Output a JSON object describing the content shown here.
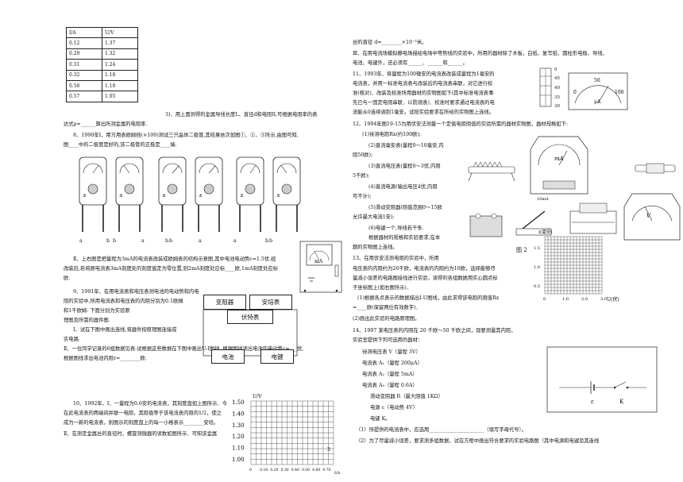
{
  "left": {
    "table": {
      "headers": [
        "I/A",
        "U/V"
      ],
      "rows": [
        [
          "0.12",
          "1.37"
        ],
        [
          "0.20",
          "1.32"
        ],
        [
          "0.31",
          "1.24"
        ],
        [
          "0.32",
          "1.18"
        ],
        [
          "0.50",
          "1.10"
        ],
        [
          "0.57",
          "1.05"
        ]
      ]
    },
    "q3_line1": "3)、用上面测得的金属导线长度L、直径d和电阻R,可根据电阻率的表",
    "q3_line2": "达式ρ=______算出所测金属的电阻率.",
    "q8_line1": "8、1990年Ⅰ，用万用表欧姆挡(×100)测试三只晶体二极管,其结果依次如图①、②、③所示,由图可知,",
    "q8_line2": "图____中的二极管是好的,该二极管的正极是____端.",
    "meter_labels": [
      "a",
      "b",
      "b",
      "a",
      "b",
      "b",
      "a",
      "a",
      "b",
      "b"
    ],
    "q8_part2_line1": "Ⅱ、上右图是把量程为3mA的电流表改装成欧姆表的结构示意图,其中电池电动势ε=1.5伏.经",
    "q8_part2_line2": "改装后,若将原电流表3mA刻度处的刻度值定为零位置,则2mA刻度处应标____欧,1mA刻度处应标",
    "q8_part2_line3": "欧.",
    "ohm_meter_label": "mA",
    "q9_line1": "9、1991年、在用电流表和电压表测电池的电动势和内电",
    "q9_line2": "阻的实验中,所用电流表和电压表的内阻分别为0.1欧姆",
    "q9_line3": "和1千欧姆. 下面分别为实验原",
    "q9_line4": "理图及所需的器件图.",
    "q9_line5": "Ⅰ、试在下图中画出连线,将器件按原理图连接成",
    "q9_line6": "实电路.",
    "q9_line7": "Ⅱ、一位同学记录的6组数据见表.试根据这些数据在下图中画出U-I图线. 根据图线读出电池的电动势ε=___伏,",
    "q9_line8": "根据图线求出电池内阻r=________欧.",
    "boxes": {
      "rheostat": "变阻器",
      "ammeter": "安培表",
      "voltmeter": "伏特表",
      "battery": "电池",
      "switch": "电键"
    },
    "q10_line1": "10、1992年、Ⅰ、一量程为0.6安的电流表，其刻度盘如上图所示．今",
    "q10_line2": "在此电流表的两端间并联一电阻，其阻值等于该电流表内阻的1/2，使之",
    "q10_line3": "成为一新的电流表，则图示的刻度盘上的每一小格表示________安培。",
    "q10_line4": "Ⅱ、在测定金属丝的直径时，螺旋测微器的读数如图所示．可知该金属",
    "page_number": "3",
    "ui_chart": {
      "ylabel": "U/V",
      "yticks": [
        "1.50",
        "1.40",
        "1.30",
        "1.20",
        "1.10",
        "1.00"
      ],
      "xticks": [
        "0",
        "0.10",
        "0.20",
        "0.30",
        "0.40",
        "0.50",
        "0.60",
        "0.70"
      ],
      "xlabel": "I/A"
    }
  },
  "right": {
    "r1": "丝的直径 d=________×10⁻³米。",
    "r2": "Ⅲ、在用电流场模拟静电场描绘电场中等势线的实验中，所用的器材除了木板，白纸、复写纸、圆柱形电极、导线、",
    "r3": "电池、电键外，还必须有______、______和______。",
    "r4": "11、1993年、将量程为100微安的电流表改装成量程为1毫安的",
    "r5": "电流表，并用一标准电流表与改装后的电流表串联，对它进行校",
    "r6": "准(核对)．改装及校准所用器材的实物图如下(其中标准电流表事",
    "r7": "先已与一固定电阻串联．以防烧表)．校准时要求通过电流表的电",
    "r8": "流能从0连续调到1毫安。试按实验要求在所给的实物图上连线。",
    "r9": "12、1994年图19-15为用伏安法测量一个定值电阻阻值的实验所需的器材实物图，器材规格如下:",
    "items": [
      "(1)待测电阻Rx(约100欧);",
      "(2)直流毫安表(量程0～10毫安,内",
      "阻50欧);",
      "(3)直流电压表(量程0～3伏,内阻",
      "5千欧);",
      "(4)直流电源(输出电压4伏,内阻",
      "可不计);",
      "(5)滑动变阻器(阻值范围0～15欧",
      "允许最大电流1安);",
      "(6)电键一个,导线若干条.",
      "根据器材的规格和实验要求,在本",
      "题的实物图上连线。"
    ],
    "scale_ticks": [
      "0",
      "45",
      "40",
      "35",
      "30"
    ],
    "micro_meter": {
      "ticks": [
        "0",
        "50",
        "100"
      ],
      "unit": "μA"
    },
    "mA_label": "mA",
    "V_label": "V",
    "tenmA_label": "10mA",
    "fig2_label": "图 2",
    "q13": [
      "13、在用伏安法测电阻的实验中，所用",
      "电压表的内阻约为20千欧，电流表的内阻约为10欧，选择能够尽",
      "量减小误差的电路图接线进行实验，读得的各组数据用实心圆点标",
      "于坐标图上(如右图所示)．",
      "(1)根据各点表示的数据描出I-U图线，由此求得该电阻的阻值Rx",
      "=____欧(保留两位有效数字)．",
      "(2)画出此实验的电路原理图。"
    ],
    "iu_chart": {
      "ylabel": "I(毫安)",
      "yticks": [
        "1.5",
        "1.0",
        "0.5"
      ],
      "xticks": [
        "0",
        "1.0",
        "2.0",
        "3.0"
      ],
      "xlabel": "U(伏)"
    },
    "q14": [
      "14、1997 某电压表的内阻在 20 千欧～50 千欧之间，现要测量其内阻，",
      "实验室提供下列可选用的器材：",
      "待测电压表 V（量程 3V）",
      "电流表 A₁（量程 200μA）",
      "电流表 A₂（量程 5mA）",
      "电流表 A₃（量程 0.6A）",
      "滑动变阻器 R（最大阻值 1KΩ）",
      "电源 ε（电动势 4V）",
      "电键 K。",
      "（1）所提供的电流表中，应选用______________________（填写字母代号）。",
      "（2）为了尽量减小误差，要求测多组数据，试在方框中画出符合要求的实验电路图（其中电源和电键及其连线"
    ],
    "circuit_labels": {
      "emf": "ε",
      "key": "K"
    }
  }
}
